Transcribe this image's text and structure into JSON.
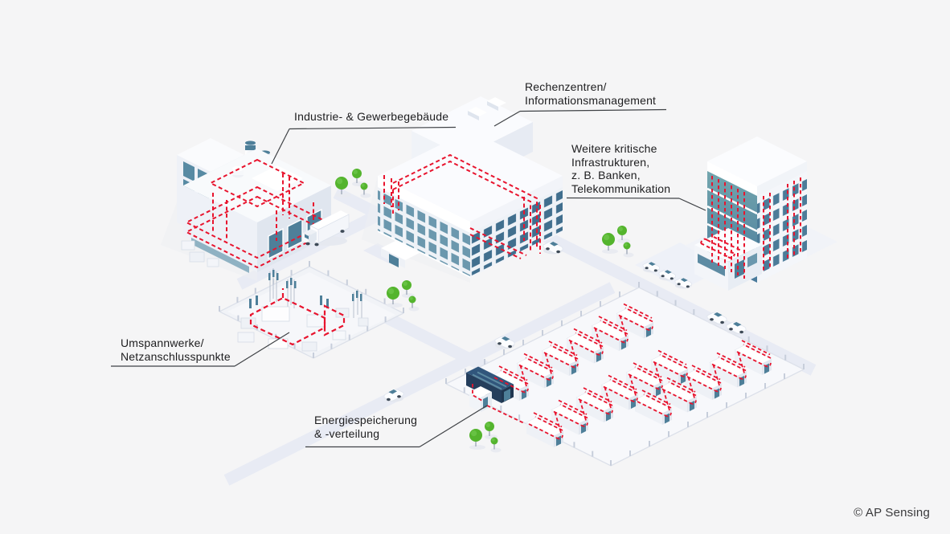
{
  "illustration": {
    "labels": {
      "industrial": "Industrie- & Gewerbegebäude",
      "data_center": "Rechenzentren/\nInformationsmanagement",
      "other_critical": "Weitere kritische\nInfrastrukturen,\nz. B. Banken,\nTelekommunikation",
      "substation": "Umspannwerke/\nNetzanschlusspunkte",
      "energy_storage": "Energiespeicherung\n& -verteilung"
    },
    "copyright": "© AP Sensing",
    "colors": {
      "background": "#F5F5F6",
      "sensing_cable_red": "#E8142E",
      "window_teal": "#4E7F99",
      "glass_teal": "#6FA3AD",
      "tree_green": "#54B42D",
      "road": "#E8EBF4",
      "label_text": "#1D1D1F",
      "leader_line": "#3F4246"
    }
  }
}
